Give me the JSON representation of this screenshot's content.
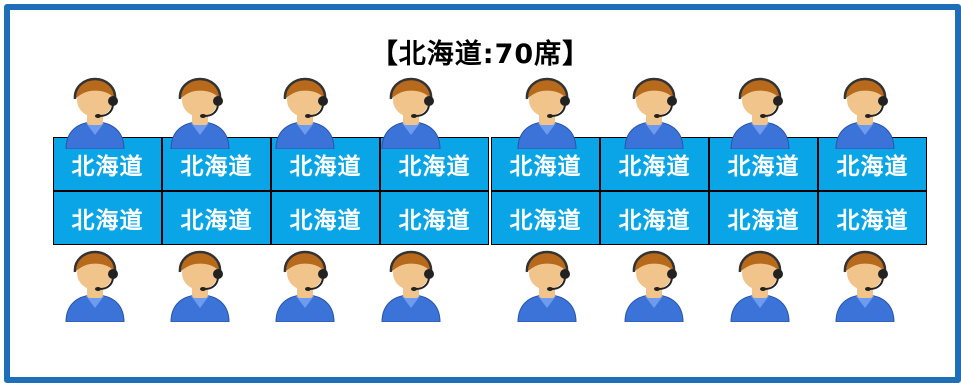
{
  "title": "【北海道:70席】",
  "seat_label": "北海道",
  "blocks": [
    {
      "name": "left",
      "seats": [
        "北海道",
        "北海道",
        "北海道",
        "北海道",
        "北海道",
        "北海道",
        "北海道",
        "北海道"
      ]
    },
    {
      "name": "right",
      "seats": [
        "北海道",
        "北海道",
        "北海道",
        "北海道",
        "北海道",
        "北海道",
        "北海道",
        "北海道"
      ]
    }
  ],
  "icons": {
    "agent": "operator-headset-icon"
  },
  "colors": {
    "frame": "#1f6fb8",
    "seat": "#0aa5e6",
    "seat_text": "#ffffff",
    "shirt": "#3b73d8",
    "skin": "#f0c48a",
    "hair": "#b86a1c"
  }
}
